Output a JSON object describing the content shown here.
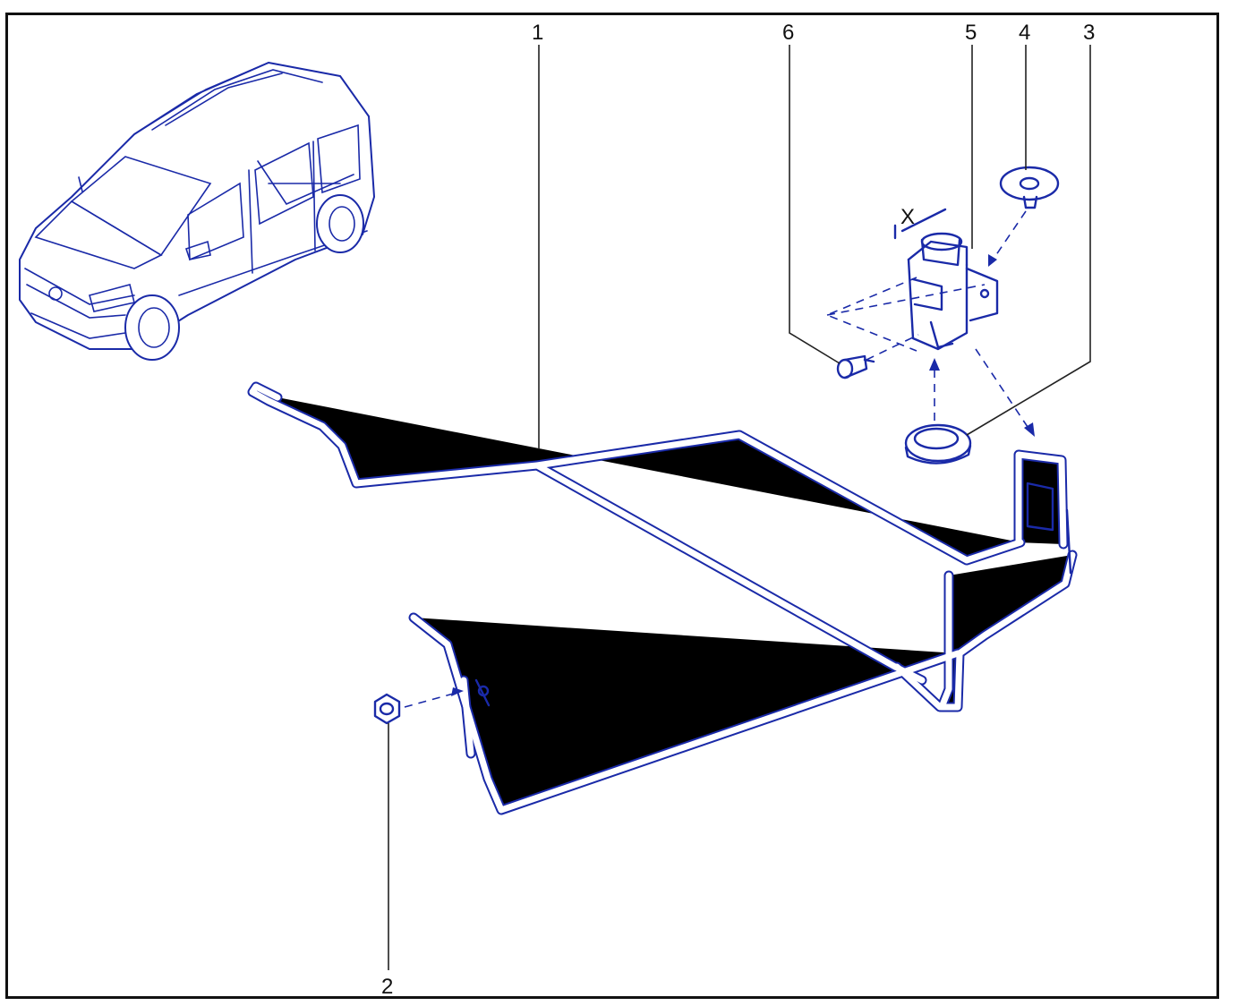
{
  "colors": {
    "part_stroke": "#1a2aa8",
    "callout_text": "#111111",
    "frame_border": "#111111"
  },
  "callouts": [
    {
      "id": "callout-1",
      "label": "1"
    },
    {
      "id": "callout-2",
      "label": "2"
    },
    {
      "id": "callout-3",
      "label": "3"
    },
    {
      "id": "callout-4",
      "label": "4"
    },
    {
      "id": "callout-5",
      "label": "5"
    },
    {
      "id": "callout-6",
      "label": "6"
    }
  ],
  "dimension_marker": {
    "label": "X"
  }
}
